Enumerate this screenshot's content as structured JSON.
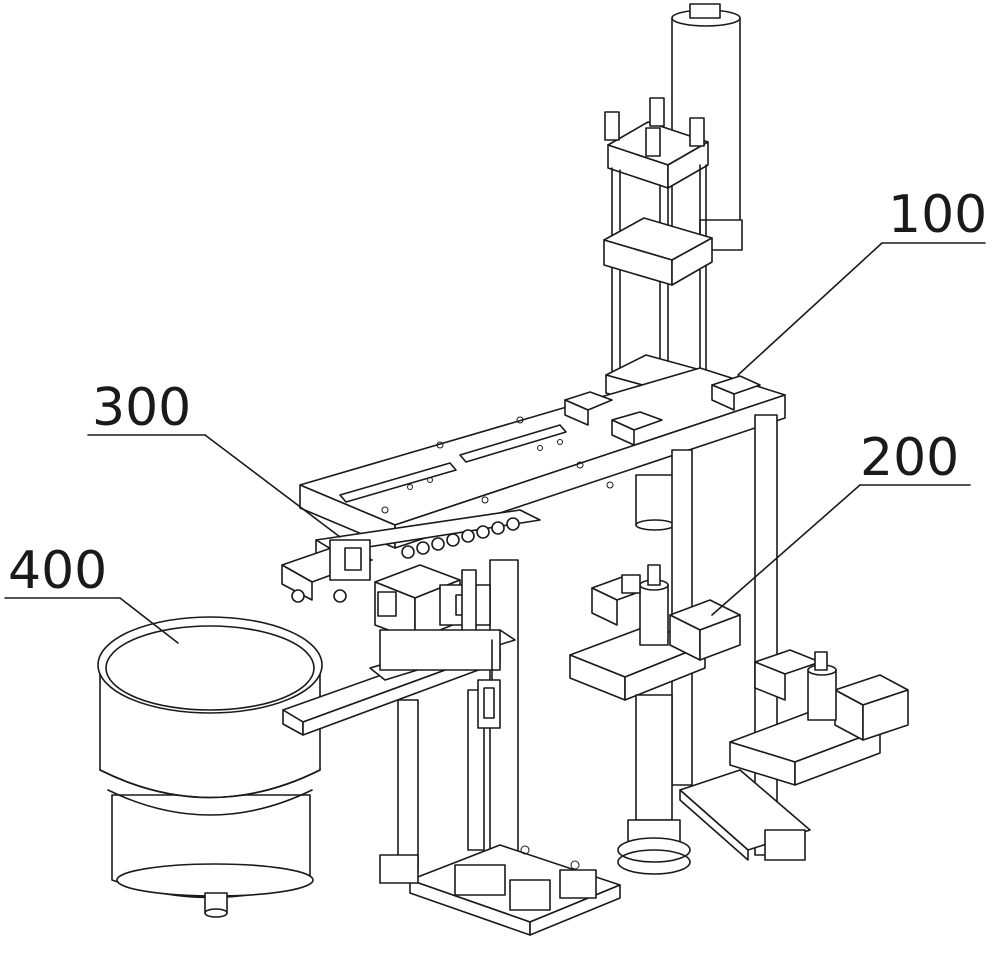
{
  "labels": {
    "frame": "100",
    "stations": "200",
    "feeder": "300",
    "bowl": "400"
  }
}
